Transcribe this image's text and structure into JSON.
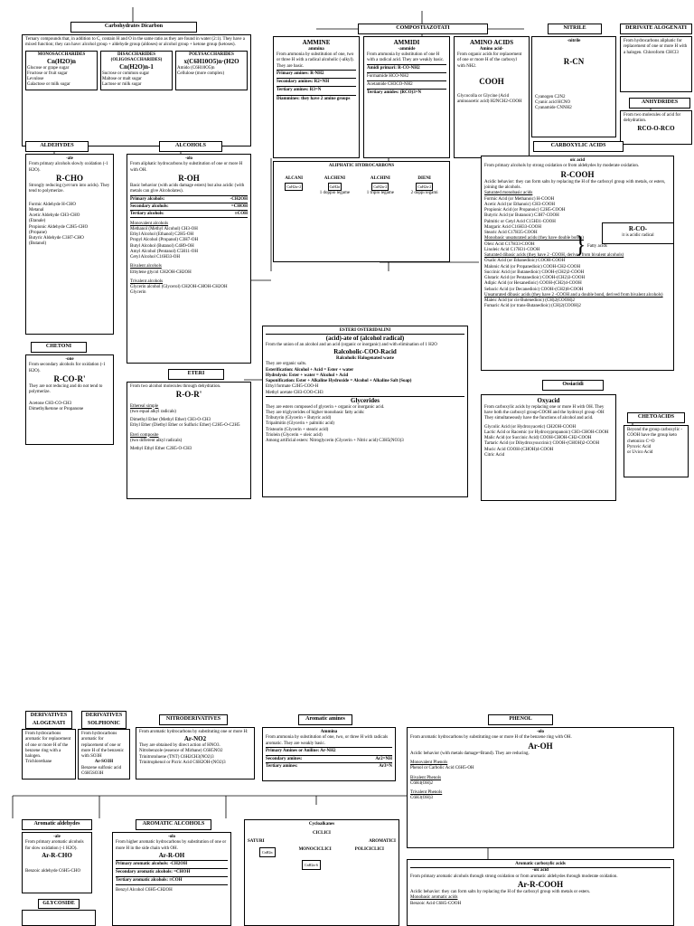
{
  "top": {
    "carb": {
      "header": "Carbohydrates Dicarbon",
      "intro": "Ternary compounds that, in addition to C, contain H and O in the same ratio as they are found in water (2:1). They have a mixed function; they can have: alcohol group + aldehyde group (aldoses) or alcohol group + ketone group (ketoses).",
      "mono_title": "MONOSACCHARIDES",
      "mono_formula": "Cn(H2O)n",
      "mono_lines": [
        "Glucose or grape sugar",
        "Fructose or fruit sugar",
        "Levulose",
        "Galactose or milk sugar"
      ],
      "di_title": "DISACCHARIDES (OLIGOSACCHARIDES)",
      "di_formula": "Cn(H2O)n-1",
      "di_lines": [
        "Sucrose or common sugar",
        "Maltose or malt sugar",
        "Lactose or milk sugar"
      ],
      "poly_title": "POLYSACCHARIDES",
      "poly_formula": "x(C6H10O5)n·(H2O",
      "poly_lines": [
        "Amido (C6H10O5)n",
        "Cellulose (more complex)"
      ]
    },
    "compostiazotati": "COMPOSTIAZOTATI",
    "ammine": {
      "title": "AMMINE",
      "sub": "ammina",
      "intro": "From ammonia by substitution of one, two or three H with a radical alcoholic (-alkyl). They are basic.",
      "rows": [
        "Primary amines: R-NH2",
        "Secondary amines: R2=NH",
        "Tertiary amines: R3=N",
        "Diammines: they have 2 amine groups"
      ]
    },
    "ammidi": {
      "title": "AMMIDI",
      "sub": "-ammide",
      "intro": "From ammonia by substitution of one H with a radical acid. They are weakly basic.",
      "rows": [
        "Amidi primari: R-CO-NH2",
        "Formamide HCO-NH2",
        "Acetamide CH3CO-NH2",
        "Tertiary amides: (RCO)3=N"
      ]
    },
    "amino": {
      "title": "AMINO ACIDS",
      "sub": "Amino acid-",
      "intro": "From organic acids for replacement of one or more H of the carboxyl with NH2.",
      "formula": "COOH",
      "foot": "Glycocolla or Glycine (Acid aminoacetic acid) H2NCH2-COOH"
    },
    "nitrile": {
      "header": "NITRILE",
      "sub": "-nitrile",
      "formula": "R-CN",
      "lines": [
        "Cyanogen C2N2",
        "Cyanic acid HCNO",
        "Cyanamide CNNH2"
      ]
    },
    "derivate": {
      "header": "DERIVATE ALOGENATI",
      "text": "From hydrocarbons aliphatic for replacement of one or more H with a halogen. Chloroform CHCl3"
    },
    "anhydrides": {
      "header": "ANHYDRIDES",
      "text": "From two molecules of acid for dehydration.",
      "formula": "RCO-O-RCO"
    }
  },
  "aldehydes": {
    "header": "ALDEHYDES",
    "suffix": "-ale",
    "intro": "From primary alcohols slowly oxidation (-1 H2O).",
    "formula": "R-CHO",
    "desc": "Strongly reducing (yet turn into acids). They tend to polymerize.",
    "list": [
      "Formic Aldehyde H-CHO",
      "Metanal",
      "Acetic Aldehyde CH3-CHO",
      "(Etanale)",
      "Propionic Aldehyde C2H5-CHO",
      "(Propane)",
      "Butyric Aldehyde C3H7-CHO",
      "(Butanol)"
    ]
  },
  "alcohols": {
    "header": "ALCOHOLS",
    "suffix": "-olo",
    "intro": "From aliphatic hydrocarbons by substitution of one or more H with OH.",
    "formula": "R-OH",
    "basic": "Basic behavior (with acids damage esters) but also acidic (with metals can give Alcoholates).",
    "primary": "Primary alcohols:",
    "primary_f": "-CH2OH",
    "secondary": "Secondary alcohols:",
    "secondary_f": "=CHOH",
    "tertiary": "Tertiary alcohols:",
    "tertiary_f": "≡COH",
    "mono_title": "Monovalent alcohols",
    "mono": [
      "Methanol (Methyl Alcohol) CH3-OH",
      "Ethyl Alcohol (Ethanol) C2H5-OH",
      "Propyl Alcohol (Propanol) C3H7-OH",
      "Butyl Alcohol (Butanol) C4H9-OH",
      "Amyl Alcohol (Pentanol) C5H11-OH",
      "Cetyl Alcohol C16H33-OH"
    ],
    "bi_title": "Bivalent alcohols",
    "bi": [
      "Ethylene glycol CH2OH-CH2OH"
    ],
    "tri_title": "Trivalent alcohols",
    "tri": [
      "Glycerin alcohol (Glycerol) CH2OH-CHOH-CH2OH",
      "Glycerin"
    ]
  },
  "aliphatic": {
    "header": "ALIPHATIC HYDROCARBONS",
    "cols": [
      "ALCANI",
      "ALCHENI",
      "ALCHINI",
      "DIENI"
    ],
    "formulas": [
      "CnH2n+2",
      "CnH2n",
      "CnH2n-2",
      "CnH2n-2"
    ],
    "bonds": [
      "",
      "1 doppio legame",
      "1 triplo legame",
      "2 doppi legami"
    ]
  },
  "esters": {
    "header": "ESTERI OSTERIDALINI",
    "title": "(acid)-ate of (alcohol radical)",
    "intro": "From the union of an alcohol and an acid (organic or inorganic) and with elimination of 1 H2O",
    "formula": "Ralcoholic-COO-Racid",
    "formula2": "Ralcoholic Halogenated waste",
    "lines": [
      "They are organic salts.",
      "Esterification: Alcohol + Acid = Ester + water",
      "Hydrolysis: Ester + water = Alcohol + Acid",
      "Saponification: Ester + Alkaline Hydroxide = Alcohol + Alkaline Salt (Soap)",
      "Ethyl formate C2H5-COO-H",
      "Methyl acetate CH3-COO-CH3"
    ],
    "gly_title": "Glycerides",
    "gly_intro": "They are esters composed of glycerin + organic or inorganic acid.",
    "gly_lines": [
      "They are triglycerides of higher monobasic fatty acids:",
      "Tributyrin (Glycerin + Butyric acid)",
      "Tripalmitin (Glycerin + palmitic acid)",
      "Tristearin (Glycerin + stearic acid)",
      "Triolein (Glycerin + oleic acid)",
      "Among artificial esters: Nitroglycerin (Glycerin + Nitric acid) C3H5(NO3)3"
    ]
  },
  "carboxylic": {
    "header": "CARBOXYLIC ACIDS",
    "suffix": "oic acid",
    "intro": "From primary alcohols by strong oxidation or from aldehydes by moderate oxidation.",
    "formula": "R-COOH",
    "desc": "Acidic behavior: they can form salts by replacing the H of the carboxyl group with metals, or esters, joining the alcohols.",
    "sat_title": "Saturated monobasic acids",
    "sat": [
      "Formic Acid (or Methanoic) H-COOH",
      "Acetic Acid (or Ethanoic) CH3-COOH",
      "Propionic Acid (or Propanoic) C2H5-COOH",
      "Butyric Acid (or Butanoic) C3H7-COOH",
      "Palmitic or Cetyl Acid C15H31-COOH",
      "Margaric Acid C16H33-COOH",
      "Stearic Acid C17H35-COOH"
    ],
    "fatty": "Fatty acids",
    "unsat_title": "Monobasic unsaturated acids (they have double bonds)",
    "unsat": [
      "Oleic Acid C17H33-COOH",
      "Linoleic Acid C17H31-COOH"
    ],
    "dib_title": "Saturated dibasic acids (they have 2 -COOH, derived from bivalent alcohols)",
    "dib": [
      "Oxalic Acid (or Ethanedioic) COOH-COOH",
      "Malonic Acid (or Propanedioic) COOH-CH2-COOH",
      "Succinic Acid (or Butanedioic) COOH-(CH2)2-COOH",
      "Glutaric Acid (or Pentanedioic) COOH-(CH2)3-COOH",
      "Adipic Acid (or Hexanedioic) COOH-(CH2)4-COOH",
      "Sebacic Acid (or Decanedioic) COOH-(CH2)8-COOH"
    ],
    "unsdib_title": "Unsaturated dibasic acids (they have 2 -COOH and a double bond, derived from bivalent alcohols)",
    "unsdib": [
      "Maleic Acid (or cis-Butenedioic) (CH)2(COOH)2",
      "Fumaric Acid (or trans-Butanedioic) (CH)2(COOH)2"
    ]
  },
  "rcoradical": {
    "formula": "R-CO-",
    "text": "it is acidic radical"
  },
  "chetoni": {
    "header": "CHETONI",
    "suffix": "-one",
    "intro": "From secondary alcohols for oxidation (-1 H2O).",
    "formula": "R-CO-R'",
    "desc": "They are not reducing and do not tend to polymerize.",
    "list": [
      "Acetone CH3-CO-CH3",
      "Dimethylketone or Propanone"
    ]
  },
  "eteri": {
    "header": "ETERI",
    "intro": "From two alcohol molecules through dehydration.",
    "formula": "R-O-R'",
    "simple": "Ethereal simple",
    "simple_sub": "(two equal alkyl radicals)",
    "simple_lines": [
      "Dimethyl Ether (Methyl Ether) CH3-O-CH3",
      "Ethyl Ether (Diethyl Ether or Sulfuric Ether) C2H5-O-C2H5"
    ],
    "comp": "Eteri composite",
    "comp_sub": "(two different alkyl radicals)",
    "comp_lines": [
      "Methyl Ethyl Ether C2H5-O-CH3"
    ]
  },
  "ossiacidi": {
    "header": "Ossiacidi",
    "title": "Oxyacid",
    "intro": "From carboxylic acids by replacing one or more H with OH. They have both the carboxyl group-COOH and the hydroxyl group -OH",
    "desc": "They simultaneously have the functions of alcohol and acid.",
    "list": [
      "Glycolic Acid (or Hydroxyacetic) CH2OH-COOH",
      "Lactic Acid or Racemic (or Hydroxypropanoic) CH3-CHOH-COOH",
      "Malic Acid (or Succinic Acid) COOH-CHOH-CH2-COOH",
      "Tartaric Acid (or Dihydroxysuccinic) COOH-(CHOH)2-COOH",
      "Mucic Acid COOH-(CHOH)4-COOH",
      "Citric Acid"
    ]
  },
  "chetoacids": {
    "header": "CHETOACIDS",
    "text": "Beyond the group carboxylic -COOH have the group keto chetonico C=O",
    "list": [
      "Pyruvic Acid",
      "or Uvico Acid"
    ]
  },
  "bottom": {
    "alog": {
      "header": "DERIVATIVES ALOGENATI",
      "text": "From hydrocarbons aromatic for replacement of one or more H of the benzene ring with a halogen.",
      "list": [
        "Trichlorethane"
      ]
    },
    "solf": {
      "header": "DERIVATIVES SOLPHONIC",
      "text": "From hydrocarbons aromatic for replacement of one or more H of the benzenic with SO3H",
      "formula": "Ar-SO3H",
      "list": [
        "Benzene sulfonic acid C6H5SO3H"
      ]
    },
    "nitro": {
      "header": "NITRODERIVATIVES",
      "text": "From aromatic hydrocarbons by substituting one or more H:",
      "formula": "Ar-NO2",
      "lines": [
        "They are obtained by direct action of HNO3.",
        "Nitrobenzole (essence of Mirbane) C6H5NO2",
        "Trinitrotoluene (TNT) C6H2CH3(NO2)3",
        "Trinitrophenol or Picric Acid C6H2OH-(NO2)3"
      ]
    },
    "aromamines": {
      "header": "Aromatic amines",
      "title": "Ammina",
      "intro": "From ammonia by substitution of one, two, or three H with radicals aromatic. They are weakly basic.",
      "rows": [
        "Primary Amines or Aniline: Ar-NH2",
        "Secondary amines:",
        "Tertiary amines:"
      ],
      "f2": "Ar2=NH",
      "f3": "Ar3=N"
    },
    "phenol": {
      "header": "PHENOL",
      "suffix": "-olo",
      "intro": "From aromatic hydrocarbons by substituting one or more H of the benzene ring with OH.",
      "formula": "Ar-OH",
      "desc": "Acidic behavior (with metals damage=Brand). They are reducing.",
      "mono": "Monovalent Phenols",
      "monoline": "Phenol or Carbolic Acid C6H5-OH",
      "bi": "Bivalent Phenols",
      "biline": "C6H4(OH)2",
      "tri": "Trivalent Phenols",
      "triline": "C6H3(OH)3"
    },
    "aromald": {
      "header": "Aromatic aldehydes",
      "suffix": "-ale",
      "intro": "From primary aromatic alcohols for slow oxidation (-1 H2O).",
      "formula": "Ar-R-CHO",
      "list": [
        "Benzoic aldehyde C6H5-CHO"
      ]
    },
    "aromalc": {
      "header": "AROMATIC ALCOHOLS",
      "suffix": "-olo",
      "intro": "From higher aromatic hydrocarbons by substitution of one or more H in the side chain with OH.",
      "formula": "Ar-R-OH",
      "lines": [
        "Primary aromatic alcohols: -CH2OH",
        "Secondary aromatic alcohols: =CHOH",
        "Tertiary aromatic alcohols: ≡COH",
        "Benzyl Alcohol C6H5-CH2OH"
      ]
    },
    "cyclo": {
      "header": "Cycloalkanes",
      "title": "CICLICI",
      "left": "SATURI",
      "right": "AROMATICI",
      "mono": "MONOCICLICI",
      "poly": "POLICICLICI",
      "form": "CnH2n",
      "form2": "CnH2n-6"
    },
    "glycoside": {
      "header": "GLYCOSIDE"
    },
    "aromcarb": {
      "header": "Aromatic carboxylic acids",
      "suffix": "-oic acid",
      "intro": "From primary aromatic alcohols through strong oxidation or from aromatic aldehydes through moderate oxidation.",
      "formula": "Ar-R-COOH",
      "desc": "Acidic behavior: they can form salts by replacing the H of the carboxyl group with metals or esters.",
      "mono": "Monobasic aromatic acids",
      "list": [
        "Benzoic Acid C6H5-COOH"
      ]
    }
  }
}
